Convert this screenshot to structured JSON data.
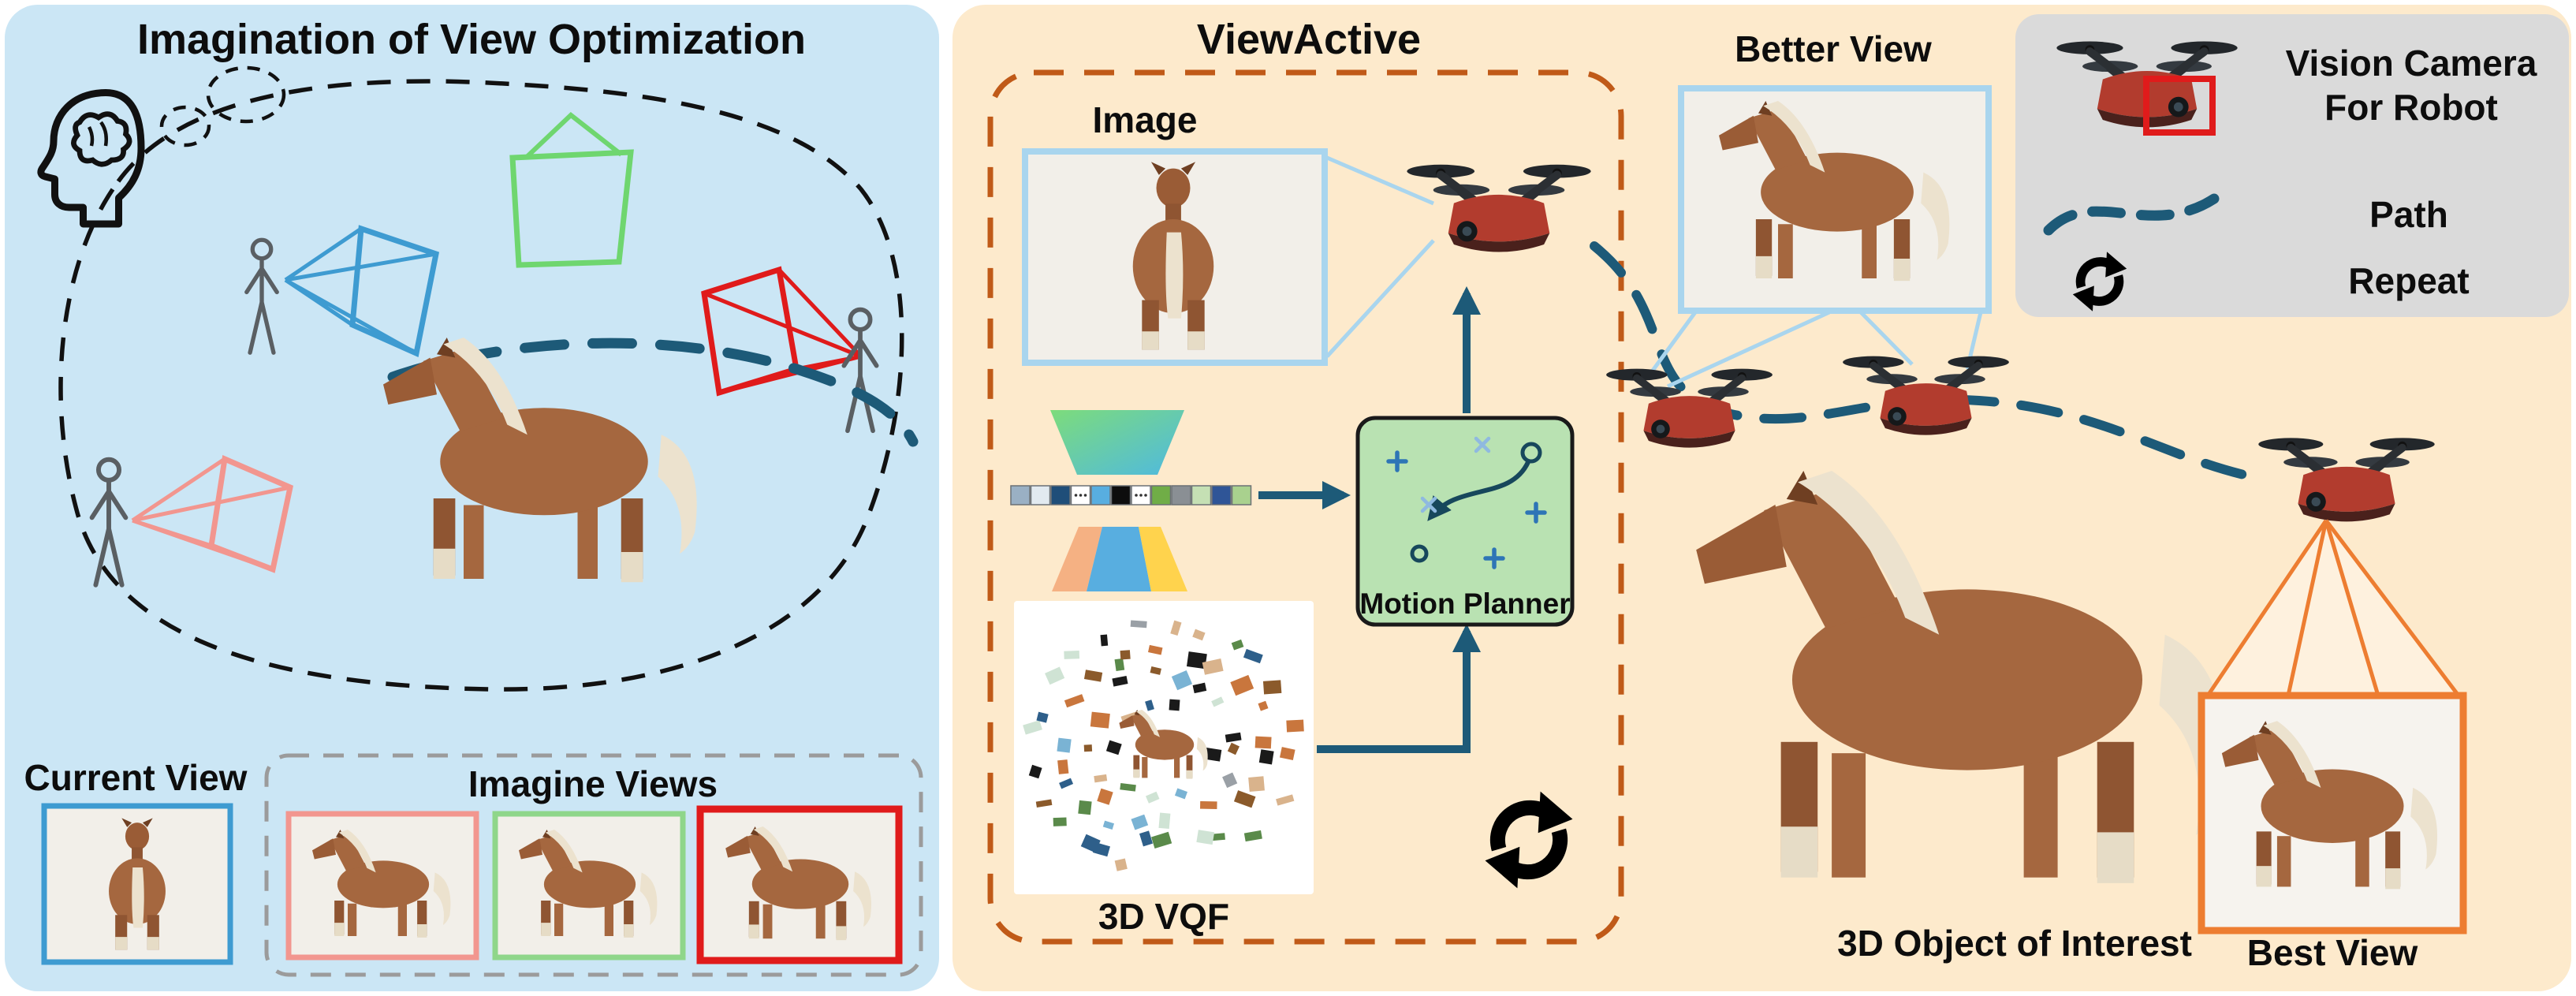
{
  "figure": {
    "left_panel": {
      "title": "Imagination of View Optimization",
      "current_view_label": "Current View",
      "imagine_views_label": "Imagine Views"
    },
    "right_panel": {
      "title": "ViewActive",
      "image_label": "Image",
      "vqf_label": "3D VQF",
      "motion_planner_label": "Motion Planner",
      "better_view_label": "Better View",
      "object_label": "3D Object of Interest",
      "best_view_label": "Best View"
    },
    "legend": {
      "camera_line1": "Vision Camera",
      "camera_line2": "For Robot",
      "path_label": "Path",
      "repeat_label": "Repeat"
    }
  },
  "colors": {
    "left_panel_bg": "#cbe6f5",
    "right_panel_bg": "#fdeacc",
    "current_view_border": "#3e9bd1",
    "imagine_pink": "#f2968f",
    "imagine_green": "#8fd68a",
    "imagine_red": "#e01b1b",
    "viewactive_dash": "#c05a18",
    "light_blue_frame": "#a9d5ee",
    "best_view_orange": "#ed7d31",
    "path_teal": "#1d5a78",
    "planner_bg": "#b9e2b2",
    "legend_bg": "#dadada"
  },
  "feature_bar": {
    "colors": [
      "#9ab0c4",
      "#e2eaf0",
      "#1f4e79",
      "dots",
      "#58aee0",
      "#0d0d0d",
      "dots",
      "#70ad47",
      "#8a8f94",
      "#c5e0b4",
      "#2f5597",
      "#a9d18e"
    ]
  },
  "vqf": {
    "palette": [
      "#2e5f8a",
      "#7ab3d4",
      "#ffffff",
      "#5a8a4a",
      "#9aa0a6",
      "#8b5a2b",
      "#c9763d",
      "#1a1a1a",
      "#cfe3d4",
      "#d9b38c"
    ]
  }
}
